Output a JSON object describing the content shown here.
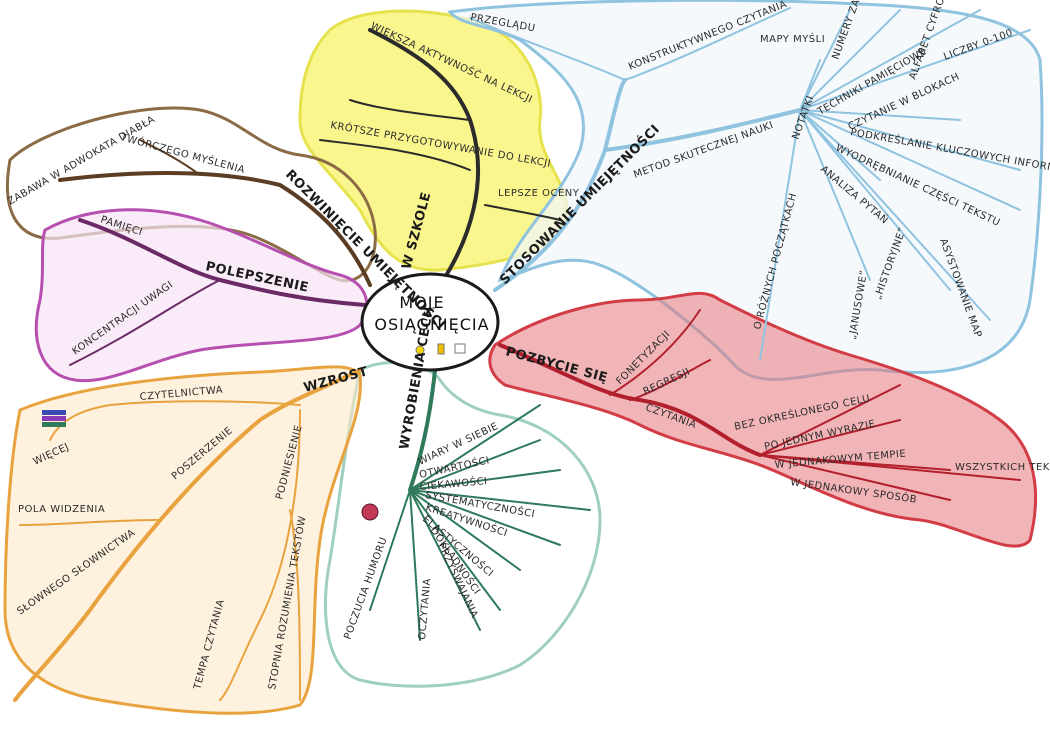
{
  "center": {
    "line1": "MOJE",
    "line2": "OSIĄGNIĘCIA"
  },
  "colors": {
    "yellow": "#f6f36a",
    "blue": "#8fc3df",
    "red": "#d23c45",
    "green": "#2f7a5a",
    "orange": "#e8a33f",
    "brown": "#8a6b45",
    "purple": "#b64fb0"
  },
  "branches": {
    "school": {
      "label": "W SZKOLE",
      "items": [
        "WIĘKSZA AKTYWNOŚĆ NA LEKCJI",
        "KRÓTSZE PRZYGOTOWYWANIE DO LEKCJI",
        "LEPSZE OCENY"
      ]
    },
    "application": {
      "label": "STOSOWANIE UMIEJĘTNOŚCI",
      "sub1": "PRZEGLĄDU",
      "sub2": "KONSTRUKTYWNEGO CZYTANIA",
      "sub3": "METOD SKUTECZNEJ NAUKI",
      "notes": "NOTATKI",
      "mindmaps": "MAPY MYŚLI",
      "items": [
        "TECHNIKI PAMIĘCIOWE",
        "ALFABET CYFROWY",
        "LICZBY 0-100",
        "NUMERY ZADANIA",
        "CZYTANIE W BLOKACH",
        "PODKREŚLANIE KLUCZOWYCH INFORMACJI",
        "WYODRĘBNIANIE CZĘŚCI TEKSTU",
        "ANALIZA PYTAŃ",
        "O RÓŻNYCH POCZĄTKACH",
        "„JANUSOWE”",
        "„HISTORYJNE”",
        "ASYSTOWANIE MAP"
      ]
    },
    "getrid": {
      "label": "POZBYCIE SIĘ",
      "items": [
        "FONETYZACJI",
        "REGRESJI",
        "CZYTANIA",
        "BEZ OKREŚLONEGO CELU",
        "PO JEDNYM WYRAZIE",
        "W JEDNAKOWYM TEMPIE",
        "W JEDNAKOWY SPOSÓB",
        "WSZYSTKICH TEKSTÓW"
      ]
    },
    "traits": {
      "label": "WYROBIENIA CECH",
      "items": [
        "WIARY W SIEBIE",
        "OTWARTOŚCI",
        "CIEKAWOŚCI",
        "SYSTEMATYCZNOŚCI",
        "KREATYWNOŚCI",
        "ELASTYCZNOŚCI",
        "POCZUCIA HUMORU",
        "OCZYTANIA",
        "DOKŁADNOŚCI",
        "PRZYSWAJANIA"
      ]
    },
    "growth": {
      "label": "WZROST",
      "items": [
        "CZYTELNICTWA",
        "WIĘCEJ",
        "POSZERZENIE",
        "POLA WIDZENIA",
        "SŁOWNEGO SŁOWNICTWA",
        "PODNIESIENIE",
        "TEMPA CZYTANIA",
        "STOPNIA ROZUMIENIA TEKSTÓW"
      ]
    },
    "develop": {
      "label": "ROZWINIĘCIE UMIEJĘTNOŚCI",
      "items": [
        "ZABAWA W ADWOKATA DIABŁA",
        "TWÓRCZEGO MYŚLENIA"
      ]
    },
    "improve": {
      "label": "POLEPSZENIE",
      "items": [
        "PAMIĘCI",
        "KONCENTRACJI UWAGI"
      ]
    }
  }
}
